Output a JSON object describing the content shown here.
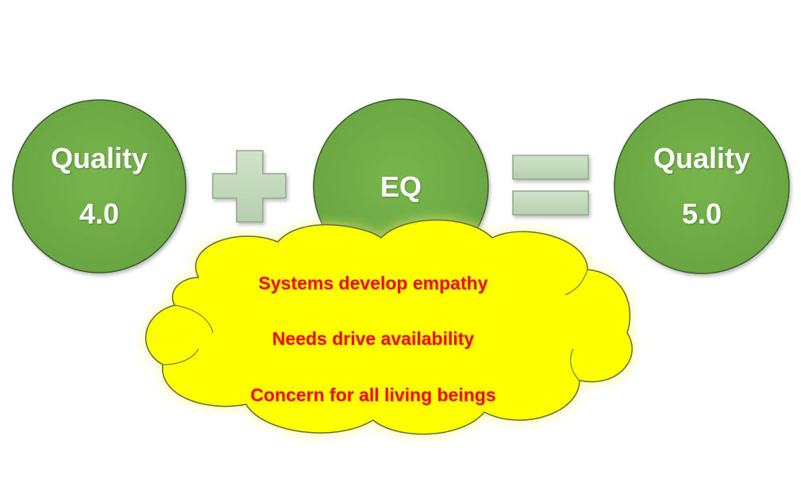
{
  "colors": {
    "circle_fill": "#70ad47",
    "circle_stroke": "#3a5a2a",
    "operator_fill": "#c0d8b8",
    "operator_stroke": "#8fa98a",
    "cloud_fill": "#ffff00",
    "cloud_glow": "#fff7a0",
    "cloud_text": "#e8121f",
    "circle_text": "#ffffff"
  },
  "equation": {
    "left": {
      "line1": "Quality",
      "line2": "4.0"
    },
    "operator_plus": "plus",
    "middle": {
      "line1": "EQ"
    },
    "operator_equals": "equals",
    "right": {
      "line1": "Quality",
      "line2": "5.0"
    }
  },
  "cloud": {
    "items": [
      "Systems develop empathy",
      "Needs drive availability",
      "Concern for all living beings"
    ]
  }
}
